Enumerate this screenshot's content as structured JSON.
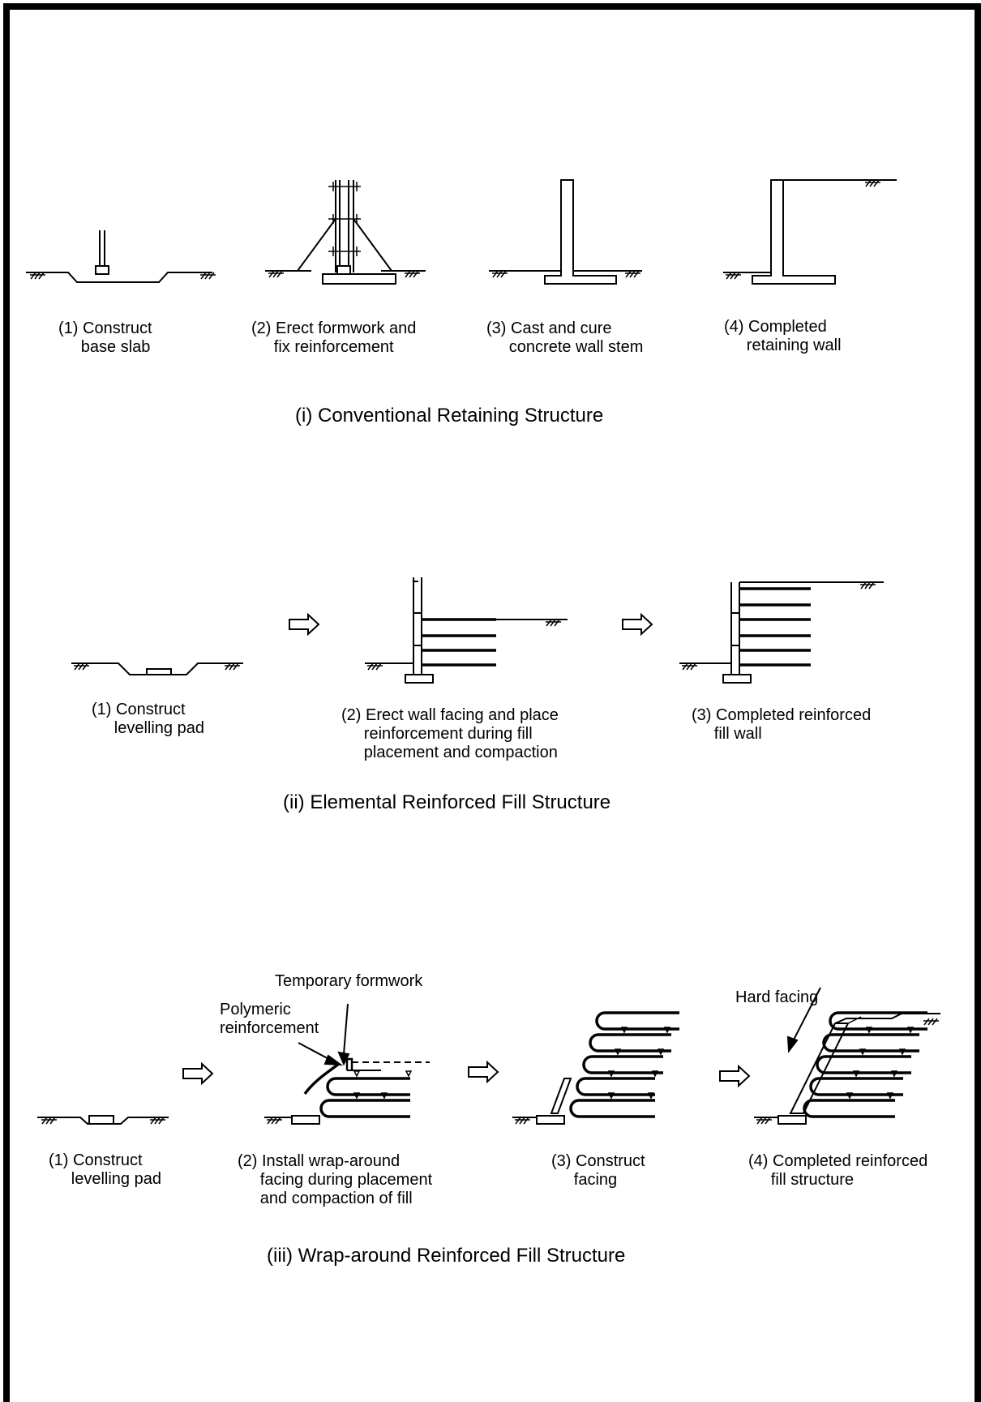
{
  "sections": [
    {
      "title": "(i) Conventional Retaining Structure",
      "steps": [
        "(1) Construct\n     base slab",
        "(2) Erect formwork and\n     fix reinforcement",
        "(3) Cast and cure\n     concrete wall stem",
        "(4) Completed\n     retaining wall"
      ]
    },
    {
      "title": "(ii) Elemental Reinforced Fill Structure",
      "steps": [
        "(1) Construct\n     levelling pad",
        "(2) Erect wall facing and place\n     reinforcement during fill\n     placement and compaction",
        "(3) Completed reinforced\n     fill wall"
      ]
    },
    {
      "title": "(iii) Wrap-around Reinforced Fill Structure",
      "steps": [
        "(1) Construct\n     levelling pad",
        "(2) Install wrap-around\n     facing during placement\n     and compaction of fill",
        "(3) Construct\n     facing",
        "(4) Completed reinforced\n     fill structure"
      ],
      "callouts": {
        "temporary_formwork": "Temporary formwork",
        "polymeric_reinforcement": "Polymeric\nreinforcement",
        "hard_facing": "Hard facing"
      }
    }
  ]
}
